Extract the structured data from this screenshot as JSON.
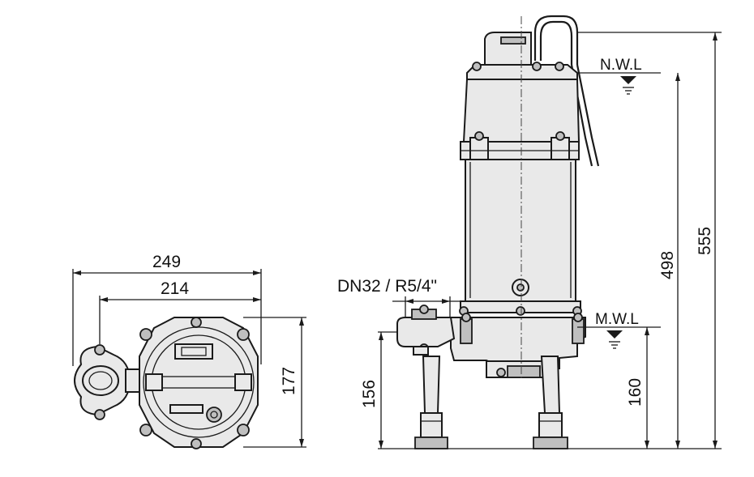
{
  "drawing": {
    "dimensions": {
      "overall_width": "249",
      "flange_width": "214",
      "plan_height": "177",
      "outlet_size": "DN32 / R5/4\"",
      "outlet_height": "156",
      "mwl_height": "160",
      "nwl_height": "498",
      "overall_height": "555"
    },
    "levels": {
      "normal_water_level": "N.W.L",
      "minimum_water_level": "M.W.L"
    }
  }
}
